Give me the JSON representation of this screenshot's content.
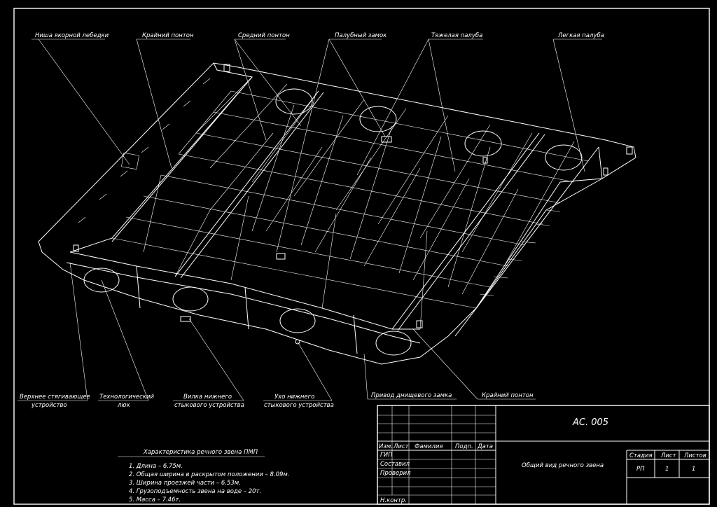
{
  "drawing": {
    "callouts": {
      "anchor_winch_niche": "Ниша якорной лебедки",
      "outer_pontoon_top": "Крайний понтон",
      "middle_pontoon": "Средний понтон",
      "deck_lock": "Палубный замок",
      "heavy_deck": "Тяжелая палуба",
      "light_deck": "Легкая палуба",
      "upper_tie_line1": "Верхнее стягивающее",
      "upper_tie_line2": "устройство",
      "tech_hatch_line1": "Технологический",
      "tech_hatch_line2": "люк",
      "lower_fork_line1": "Вилка нижнего",
      "lower_fork_line2": "стыкового устройства",
      "lower_ear_line1": "Ухо нижнего",
      "lower_ear_line2": "стыкового устройства",
      "bottom_lock_drive": "Привод днищевого замка",
      "outer_pontoon_bottom": "Крайний понтон"
    }
  },
  "specs": {
    "title": "Характеристика речного звена ПМП",
    "items": [
      "1. Длина – 6.75м.",
      "2. Общая ширина в раскрытом положении – 8.09м.",
      "3. Ширина проезжей части – 6.53м.",
      "4. Грузоподъемность звена на воде – 20т.",
      "5. Масса – 7.46т."
    ]
  },
  "title_block": {
    "code": "АС. 005",
    "sheet_title": "Общий вид речного звена",
    "headers": {
      "izm": "Изм.",
      "list": "Лист",
      "familiya": "Фамилия",
      "podp": "Подп.",
      "data": "Дата"
    },
    "roles": [
      "ГИП",
      "Составил",
      "Проверил",
      "Н.контр."
    ],
    "stage_label": "Стадия",
    "sheet_label": "Лист",
    "sheets_label": "Листов",
    "stage": "РП",
    "sheet": "1",
    "sheets": "1"
  }
}
